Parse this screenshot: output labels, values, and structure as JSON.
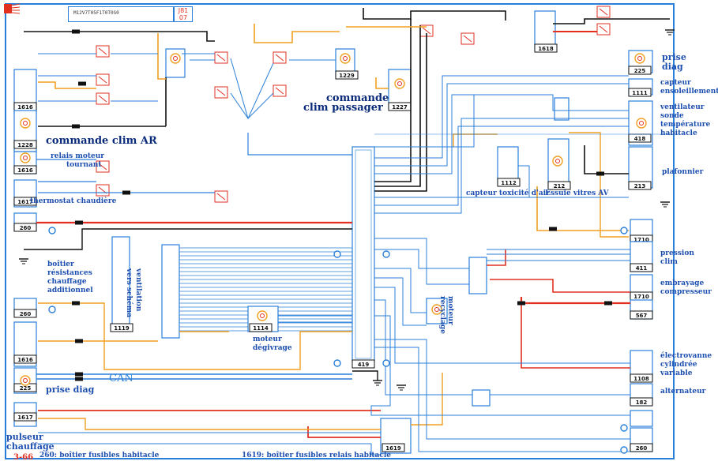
{
  "header": {
    "code": "M12V7T05F1T0T0S0",
    "version_top": "J81",
    "version_bottom": "07"
  },
  "page_number": "3-66",
  "labels": {
    "commande_clim_ar": "commande clim AR",
    "commande_clim_passager_1": "commande",
    "commande_clim_passager_2": "clim passager",
    "relais_moteur_1": "relais moteur",
    "relais_moteur_2": "tournant",
    "thermostat": "thermostat chaudière",
    "boitier_res_1": "boîtier",
    "boitier_res_2": "résistances",
    "boitier_res_3": "chauffage",
    "boitier_res_4": "additionnel",
    "vers_schema_1": "vers schéma",
    "vers_schema_2": "ventilation",
    "moteur_degivrage_1": "moteur",
    "moteur_degivrage_2": "dégivrage",
    "prise_diag_left": "prise diag",
    "can": "CAN",
    "pulseur_1": "pulseur",
    "pulseur_2": "chauffage",
    "footer_260": "260: boîtier fusibles habitacle",
    "footer_1619": "1619: boîtier fusibles relais habitacle",
    "capteur_toxicite": "capteur toxicité d'air",
    "essuie_vitres": "Essuie vitres AV",
    "moteur_recyclage_1": "moteur",
    "moteur_recyclage_2": "recyclage",
    "prise_diag_right_1": "prise",
    "prise_diag_right_2": "diag",
    "capteur_ens_1": "capteur",
    "capteur_ens_2": "ensoleillement",
    "ventilateur_1": "ventilateur",
    "ventilateur_2": "sonde",
    "ventilateur_3": "température",
    "ventilateur_4": "habitacle",
    "plafonnier": "plafonnier",
    "pression_1": "pression",
    "pression_2": "clim",
    "embrayage_1": "embrayage",
    "embrayage_2": "compresseur",
    "electrovanne_1": "électrovanne",
    "electrovanne_2": "cylindrée",
    "electrovanne_3": "variable",
    "alternateur": "alternateur"
  },
  "component_ids": {
    "c1616": "1616",
    "c1228": "1228",
    "c1616b": "1616",
    "c1617": "1617",
    "c260a": "260",
    "c260b": "260",
    "c1616c": "1616",
    "c225": "225",
    "c1617b": "1617",
    "c1229": "1229",
    "c1227": "1227",
    "c419": "419",
    "c1114": "1114",
    "c1119": "1119",
    "c1112": "1112",
    "c212": "212",
    "c213": "213",
    "c1111": "1111",
    "c418": "418",
    "c225b": "225",
    "c411": "411",
    "c1710": "1710",
    "c567": "567",
    "c1108": "1108",
    "c182": "182",
    "c260c": "260",
    "c1619": "1619",
    "c1618": "1618"
  },
  "colors": {
    "frame": "#2a7fd9",
    "wire_blue": "#2a7fd9",
    "wire_red": "#e23020",
    "wire_orange": "#f0a020",
    "wire_black": "#111111",
    "text": "#1c4fb0"
  }
}
